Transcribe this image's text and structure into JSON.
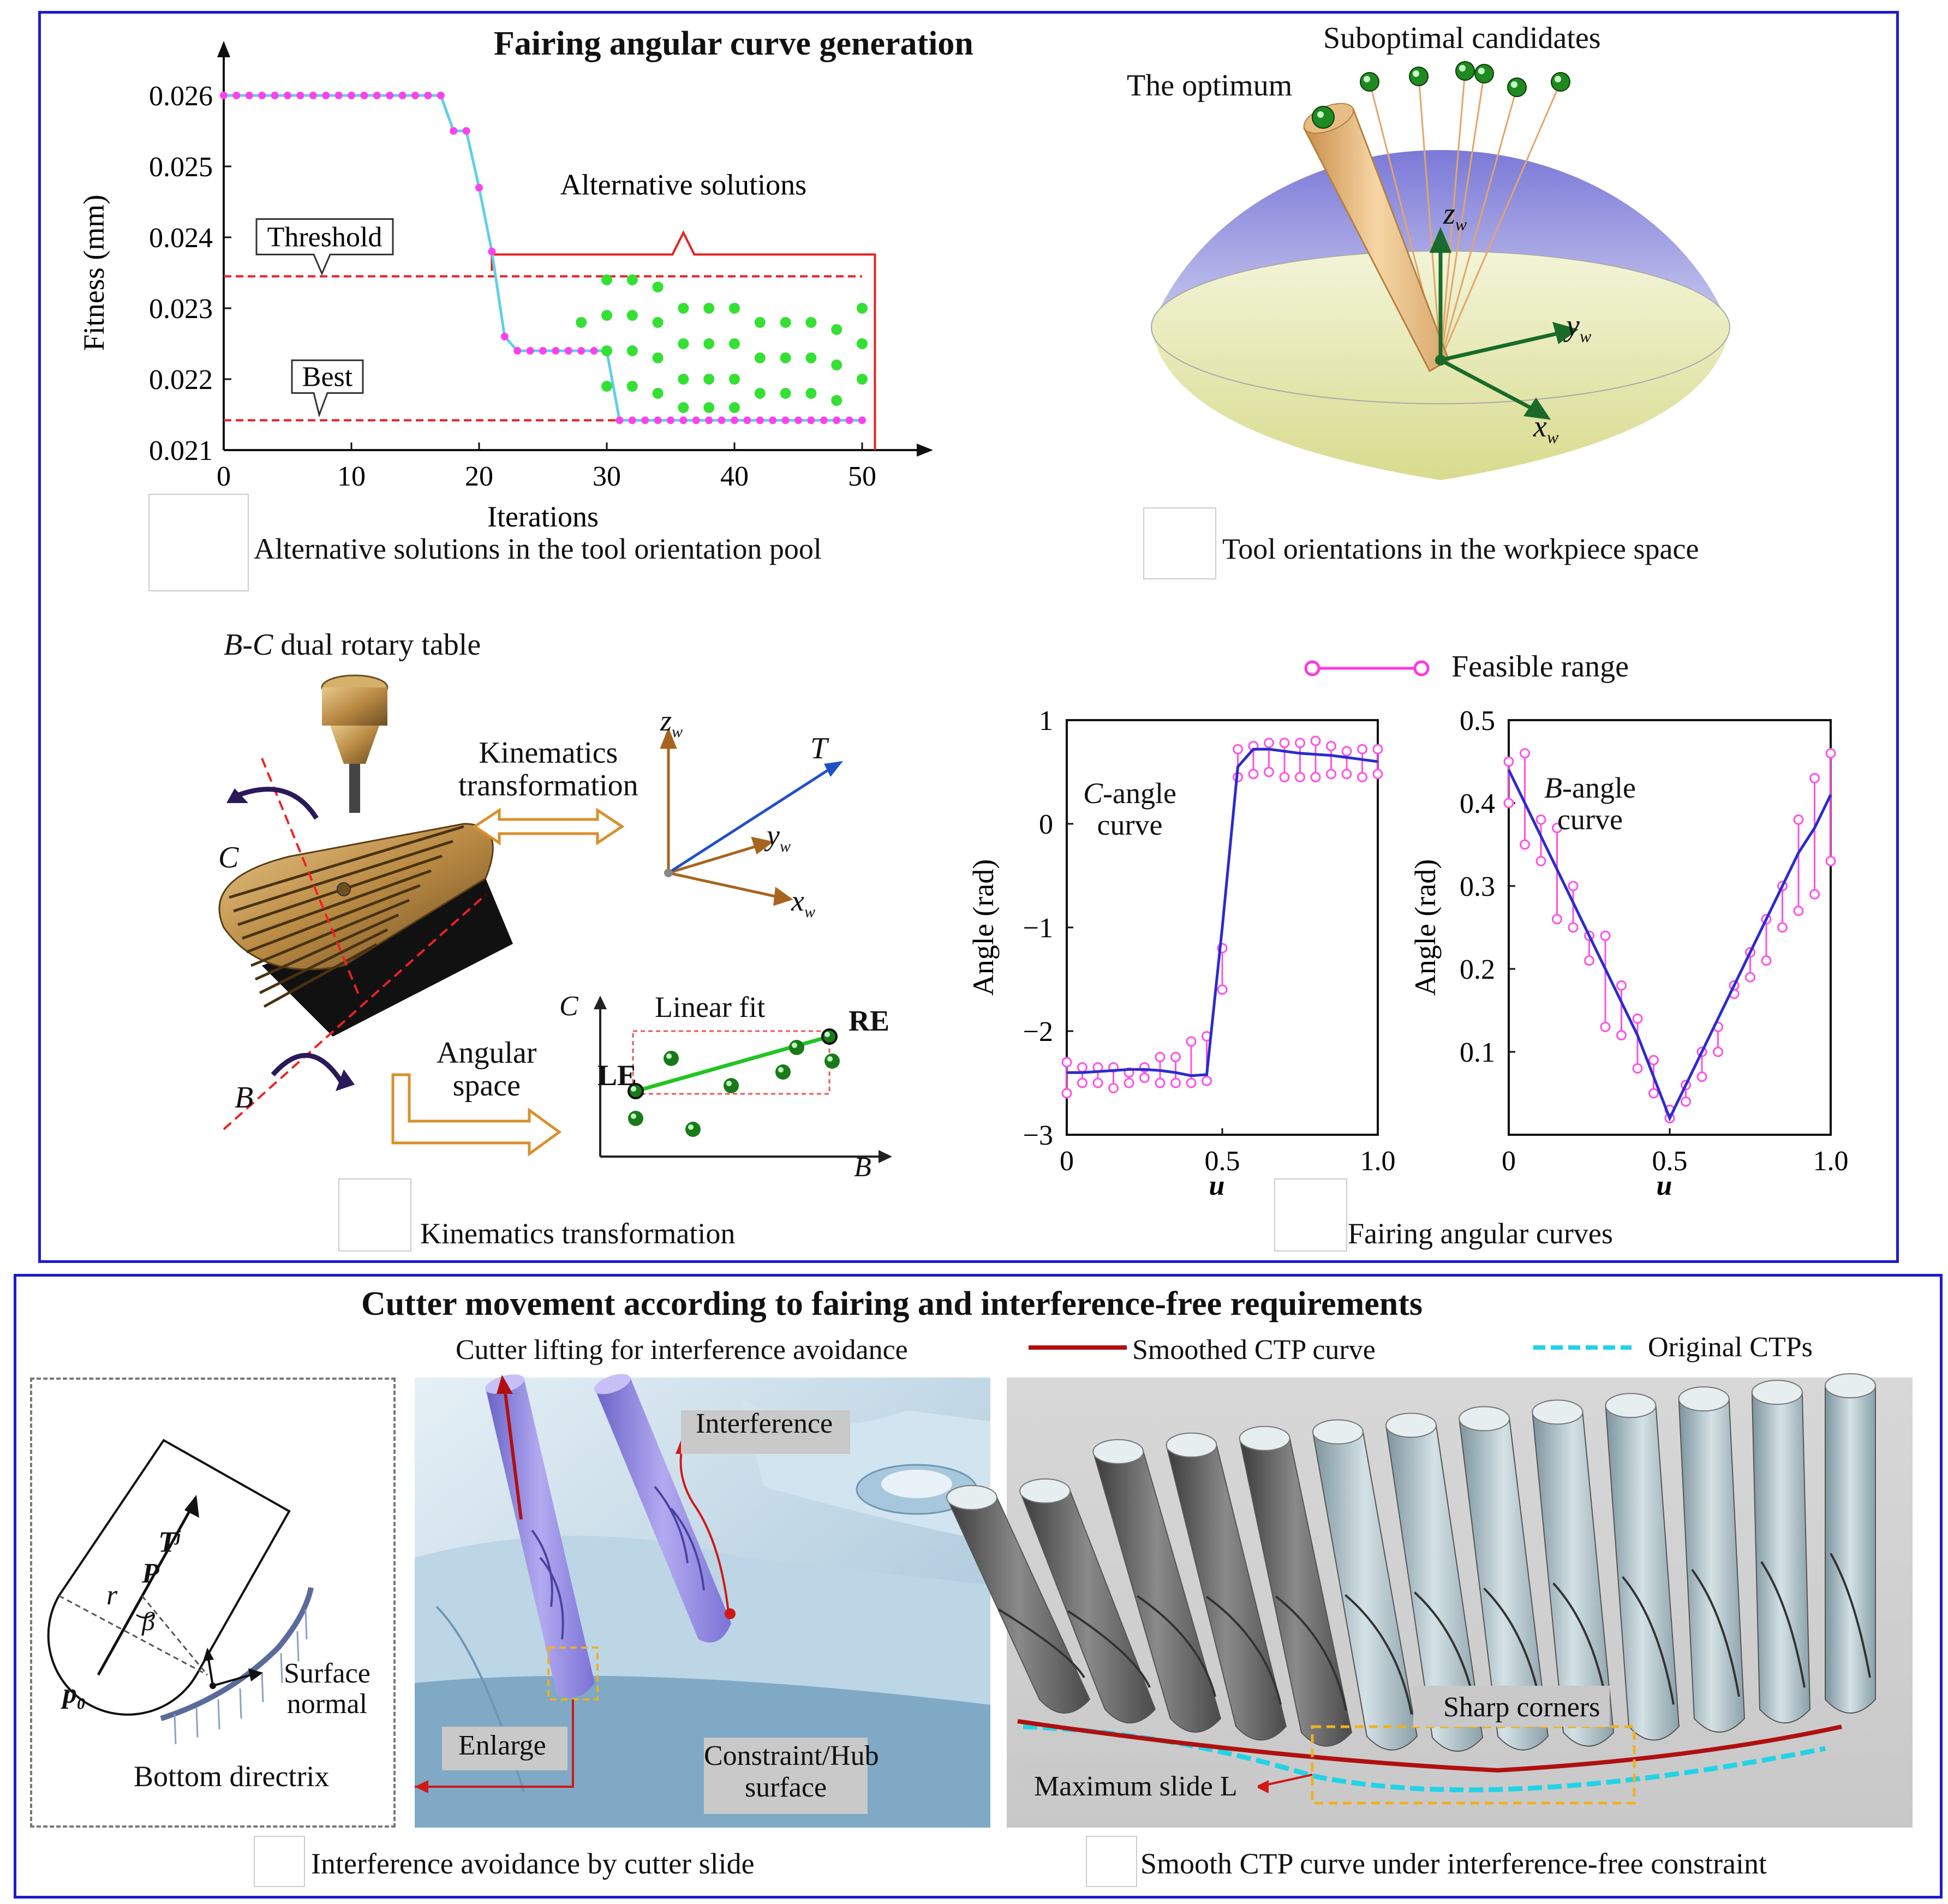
{
  "top_panel": {
    "title": "Fairing angular curve generation",
    "fitness_chart": {
      "ylabel": "Fitness (mm)",
      "xlabel": "Iterations",
      "threshold_label": "Threshold",
      "best_label": "Best",
      "alternative_label": "Alternative solutions",
      "caption": "Alternative solutions in the tool orientation pool"
    },
    "hemisphere": {
      "optimum_label": "The optimum",
      "candidates_label": "Suboptimal candidates",
      "z_label": "z",
      "y_label": "y",
      "x_label": "x",
      "subscript": "w",
      "caption": "Tool orientations in the workpiece space"
    },
    "kinematics": {
      "machine_label_italic": "B-C",
      "machine_label_rest": " dual rotary table",
      "kin_label_1": "Kinematics",
      "kin_label_2": "transformation",
      "angular_label_1": "Angular",
      "angular_label_2": "space",
      "c_axis": "C",
      "b_axis": "B",
      "t_label": "T",
      "z_label": "z",
      "y_label": "y",
      "x_label": "x",
      "subscript": "w",
      "linear_fit": "Linear fit",
      "le": "LE",
      "re": "RE",
      "plot_c": "C",
      "plot_b": "B",
      "caption": "Kinematics transformation"
    },
    "fairing": {
      "legend": "Feasible range",
      "c_curve_label_1": "-angle",
      "c_curve_label_prefix": "C",
      "c_curve_label_2": "curve",
      "b_curve_label_prefix": "B",
      "b_curve_label_1": "-angle",
      "b_curve_label_2": "curve",
      "ylabel": "Angle (rad)",
      "xlabel": "u",
      "caption": "Fairing angular curves"
    }
  },
  "bottom_panel": {
    "title": "Cutter movement according to fairing and interference-free requirements",
    "cutter_lifting_label": "Cutter lifting for interference avoidance",
    "interference_label": "Interference",
    "enlarge_label": "Enlarge",
    "hub_label_1": "Constraint/Hub",
    "hub_label_2": "surface",
    "tj_label": "T",
    "tj_sup": "j",
    "p_label": "P",
    "r_label": "r",
    "beta_label": "β",
    "p0_label": "p",
    "p0_sub": "0",
    "surface_normal_1": "Surface",
    "surface_normal_2": "normal",
    "bottom_directrix": "Bottom directrix",
    "smoothed_legend": "Smoothed CTP curve",
    "original_legend": "Original CTPs",
    "sharp_corners": "Sharp corners",
    "max_slide": "Maximum slide L",
    "caption_left": "Interference avoidance by cutter slide",
    "caption_right": "Smooth CTP curve under interference-free constraint",
    "colors": {
      "smoothed": "#b01010",
      "original": "#22d3e8"
    }
  },
  "chart_data": [
    {
      "type": "line",
      "title": "",
      "xlabel": "Iterations",
      "ylabel": "Fitness (mm)",
      "xlim": [
        0,
        50
      ],
      "ylim": [
        0.021,
        0.026
      ],
      "xticks": [
        0,
        10,
        20,
        30,
        40,
        50
      ],
      "yticks": [
        0.021,
        0.022,
        0.023,
        0.024,
        0.025,
        0.026
      ],
      "xtick_labels": [
        "0",
        "10",
        "20",
        "30",
        "40",
        "50"
      ],
      "ytick_labels": [
        "0.021",
        "0.022",
        "0.023",
        "0.024",
        "0.025",
        "0.026"
      ],
      "threshold": 0.02345,
      "best": 0.02142,
      "series": [
        {
          "values_x": [
            0,
            1,
            2,
            3,
            4,
            5,
            6,
            7,
            8,
            9,
            10,
            11,
            12,
            13,
            14,
            15,
            16,
            17,
            18,
            19,
            20,
            21,
            22,
            23,
            24,
            25,
            26,
            27,
            28,
            29,
            30,
            31,
            32,
            33,
            34,
            35,
            36,
            37,
            38,
            39,
            40,
            41,
            42,
            43,
            44,
            45,
            46,
            47,
            48,
            49,
            50
          ],
          "values_y": [
            0.026,
            0.026,
            0.026,
            0.026,
            0.026,
            0.026,
            0.026,
            0.026,
            0.026,
            0.026,
            0.026,
            0.026,
            0.026,
            0.026,
            0.026,
            0.026,
            0.026,
            0.026,
            0.0255,
            0.0255,
            0.0247,
            0.0238,
            0.0226,
            0.0224,
            0.0224,
            0.0224,
            0.0224,
            0.0224,
            0.0224,
            0.0224,
            0.0224,
            0.02142,
            0.02142,
            0.02142,
            0.02142,
            0.02142,
            0.02142,
            0.02142,
            0.02142,
            0.02142,
            0.02142,
            0.02142,
            0.02142,
            0.02142,
            0.02142,
            0.02142,
            0.02142,
            0.02142,
            0.02142,
            0.02142,
            0.02142
          ]
        }
      ],
      "alternatives": {
        "x": [
          28,
          30,
          30,
          30,
          30,
          32,
          32,
          32,
          32,
          34,
          34,
          34,
          34,
          36,
          36,
          36,
          36,
          38,
          38,
          38,
          38,
          40,
          40,
          40,
          40,
          42,
          42,
          42,
          44,
          44,
          44,
          46,
          46,
          46,
          48,
          48,
          48,
          50,
          50,
          50
        ],
        "y": [
          0.0228,
          0.0234,
          0.0229,
          0.0224,
          0.0219,
          0.0234,
          0.0229,
          0.0224,
          0.0219,
          0.0233,
          0.0228,
          0.0223,
          0.0218,
          0.023,
          0.0225,
          0.022,
          0.0216,
          0.023,
          0.0225,
          0.022,
          0.0216,
          0.023,
          0.0225,
          0.022,
          0.0216,
          0.0228,
          0.0223,
          0.0218,
          0.0228,
          0.0223,
          0.0218,
          0.0228,
          0.0223,
          0.0218,
          0.0227,
          0.0222,
          0.0217,
          0.023,
          0.0225,
          0.022
        ]
      }
    },
    {
      "type": "line",
      "title": "",
      "xlabel": "u",
      "ylabel": "Angle (rad)",
      "xlim": [
        0,
        1.0
      ],
      "ylim": [
        -3,
        1
      ],
      "xticks": [
        0,
        0.5,
        1.0
      ],
      "yticks": [
        -3,
        -2,
        -1,
        0,
        1
      ],
      "xtick_labels": [
        "0",
        "0.5",
        "1.0"
      ],
      "ytick_labels": [
        "−3",
        "−2",
        "−1",
        "0",
        "1"
      ],
      "u": [
        0,
        0.05,
        0.1,
        0.15,
        0.2,
        0.25,
        0.3,
        0.35,
        0.4,
        0.45,
        0.5,
        0.55,
        0.6,
        0.65,
        0.7,
        0.75,
        0.8,
        0.85,
        0.9,
        0.95,
        1.0
      ],
      "curve": [
        -2.4,
        -2.4,
        -2.39,
        -2.38,
        -2.37,
        -2.37,
        -2.38,
        -2.4,
        -2.43,
        -2.42,
        -1.0,
        0.55,
        0.72,
        0.72,
        0.7,
        0.68,
        0.67,
        0.66,
        0.64,
        0.62,
        0.6
      ],
      "range_low": [
        -2.6,
        -2.5,
        -2.5,
        -2.55,
        -2.5,
        -2.45,
        -2.5,
        -2.5,
        -2.5,
        -2.48,
        -1.6,
        0.45,
        0.48,
        0.5,
        0.45,
        0.45,
        0.45,
        0.48,
        0.48,
        0.45,
        0.48
      ],
      "range_high": [
        -2.3,
        -2.35,
        -2.35,
        -2.35,
        -2.4,
        -2.35,
        -2.25,
        -2.25,
        -2.1,
        -2.05,
        -1.2,
        0.72,
        0.75,
        0.78,
        0.78,
        0.78,
        0.8,
        0.75,
        0.7,
        0.72,
        0.72
      ]
    },
    {
      "type": "line",
      "title": "",
      "xlabel": "u",
      "ylabel": "Angle (rad)",
      "xlim": [
        0,
        1.0
      ],
      "ylim": [
        0,
        0.5
      ],
      "xticks": [
        0,
        0.5,
        1.0
      ],
      "yticks": [
        0.1,
        0.2,
        0.3,
        0.4,
        0.5
      ],
      "xtick_labels": [
        "0",
        "0.5",
        "1.0"
      ],
      "ytick_labels": [
        "0.1",
        "0.2",
        "0.3",
        "0.4",
        "0.5"
      ],
      "u": [
        0,
        0.05,
        0.1,
        0.15,
        0.2,
        0.25,
        0.3,
        0.35,
        0.4,
        0.45,
        0.5,
        0.55,
        0.6,
        0.65,
        0.7,
        0.75,
        0.8,
        0.85,
        0.9,
        0.95,
        1.0
      ],
      "curve": [
        0.44,
        0.4,
        0.36,
        0.32,
        0.28,
        0.24,
        0.2,
        0.16,
        0.12,
        0.07,
        0.02,
        0.06,
        0.1,
        0.14,
        0.18,
        0.22,
        0.26,
        0.3,
        0.34,
        0.37,
        0.41
      ],
      "range_low": [
        0.4,
        0.35,
        0.33,
        0.26,
        0.25,
        0.21,
        0.13,
        0.12,
        0.08,
        0.05,
        0.02,
        0.04,
        0.07,
        0.1,
        0.17,
        0.19,
        0.21,
        0.25,
        0.27,
        0.29,
        0.33
      ],
      "range_high": [
        0.45,
        0.46,
        0.38,
        0.37,
        0.3,
        0.24,
        0.24,
        0.18,
        0.14,
        0.09,
        0.03,
        0.06,
        0.1,
        0.13,
        0.18,
        0.22,
        0.26,
        0.3,
        0.38,
        0.43,
        0.46
      ]
    }
  ]
}
